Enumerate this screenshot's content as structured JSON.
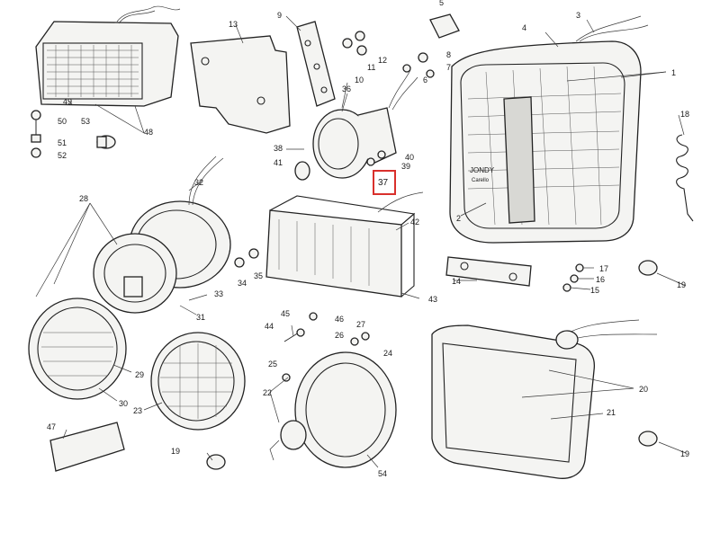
{
  "diagram": {
    "highlighted_callout": "37",
    "highlight_color": "#d9302c",
    "ink_color": "#222222",
    "labels": {
      "l1": "1",
      "l2": "2",
      "l3": "3",
      "l4": "4",
      "l5": "5",
      "l6": "6",
      "l7": "7",
      "l8": "8",
      "l9": "9",
      "l10": "10",
      "l11": "11",
      "l12": "12",
      "l13": "13",
      "l14": "14",
      "l15": "15",
      "l16": "16",
      "l17": "17",
      "l18": "18",
      "l19a": "19",
      "l19b": "19",
      "l19c": "19",
      "l20": "20",
      "l21": "21",
      "l22": "22",
      "l23": "23",
      "l24": "24",
      "l25": "25",
      "l26": "26",
      "l27": "27",
      "l28": "28",
      "l29": "29",
      "l30": "30",
      "l31": "31",
      "l32": "32",
      "l33": "33",
      "l34": "34",
      "l35": "35",
      "l36": "36",
      "l37": "37",
      "l38": "38",
      "l39": "39",
      "l40": "40",
      "l41": "41",
      "l42": "42",
      "l43": "43",
      "l44": "44",
      "l45": "45",
      "l46": "46",
      "l47": "47",
      "l48": "48",
      "l49": "49",
      "l50": "50",
      "l51": "51",
      "l52": "52",
      "l53": "53",
      "l54": "54"
    },
    "lamp_lens_text": "JONDY",
    "lamp_lens_subtext": "Carello"
  }
}
